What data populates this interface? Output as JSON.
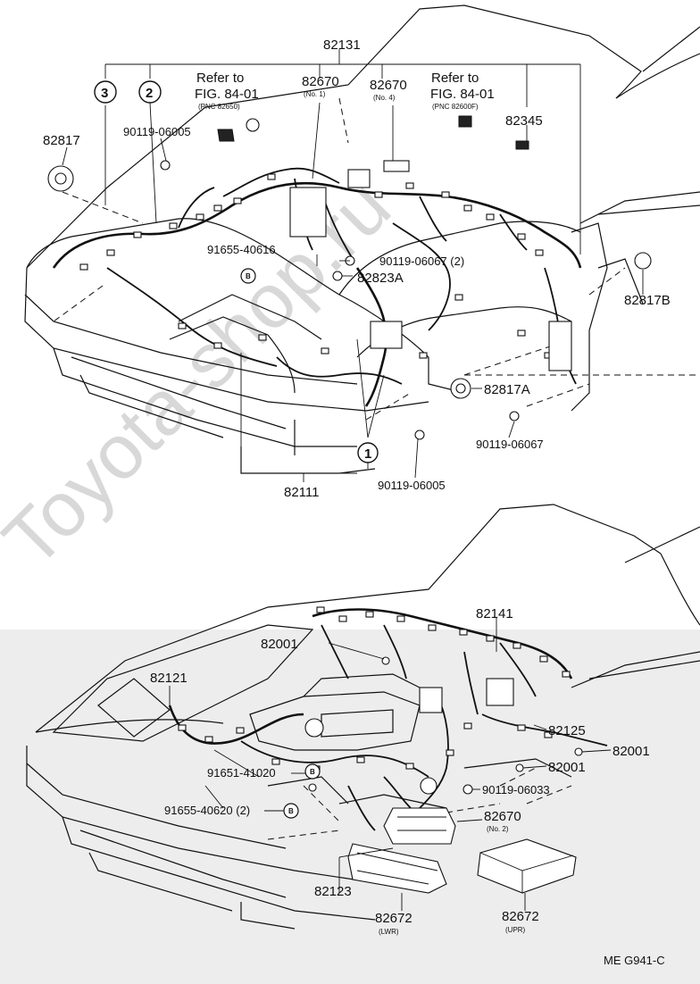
{
  "diagram_code": "ME  G941-C",
  "watermark": "Toyota-shop.ru",
  "upper": {
    "callouts": {
      "c82131": "82131",
      "c82670_no1": "82670",
      "c82670_no1_sub": "(No. 1)",
      "c82670_no4": "82670",
      "c82670_no4_sub": "(No. 4)",
      "refer_left": "Refer to",
      "fig_left": "FIG. 84-01",
      "pnc_left": "(PNC 82650)",
      "refer_right": "Refer to",
      "fig_right": "FIG. 84-01",
      "pnc_right": "(PNC 82600F)",
      "c82345": "82345",
      "c82817": "82817",
      "c90119_06005_top": "90119-06005",
      "c91655_40616": "91655-40616",
      "c90119_06067_2": "90119-06067 (2)",
      "c82823A": "82823A",
      "c82817B": "82817B",
      "c82817A": "82817A",
      "c90119_06067": "90119-06067",
      "c90119_06005_bot": "90119-06005",
      "c82111": "82111",
      "circle3": "3",
      "circle2": "2",
      "circle1": "1",
      "circleB": "B"
    }
  },
  "lower": {
    "callouts": {
      "c82141": "82141",
      "c82001_top": "82001",
      "c82121": "82121",
      "c82125": "82125",
      "c82001_r1": "82001",
      "c82001_r2": "82001",
      "c90119_06033": "90119-06033",
      "c91651_41020": "91651-41020",
      "c91655_40620_2": "91655-40620 (2)",
      "c82670_no2": "82670",
      "c82670_no2_sub": "(No. 2)",
      "c82123": "82123",
      "c82672_lwr": "82672",
      "c82672_lwr_sub": "(LWR)",
      "c82672_upr": "82672",
      "c82672_upr_sub": "(UPR)",
      "circleB1": "B",
      "circleB2": "B"
    }
  }
}
